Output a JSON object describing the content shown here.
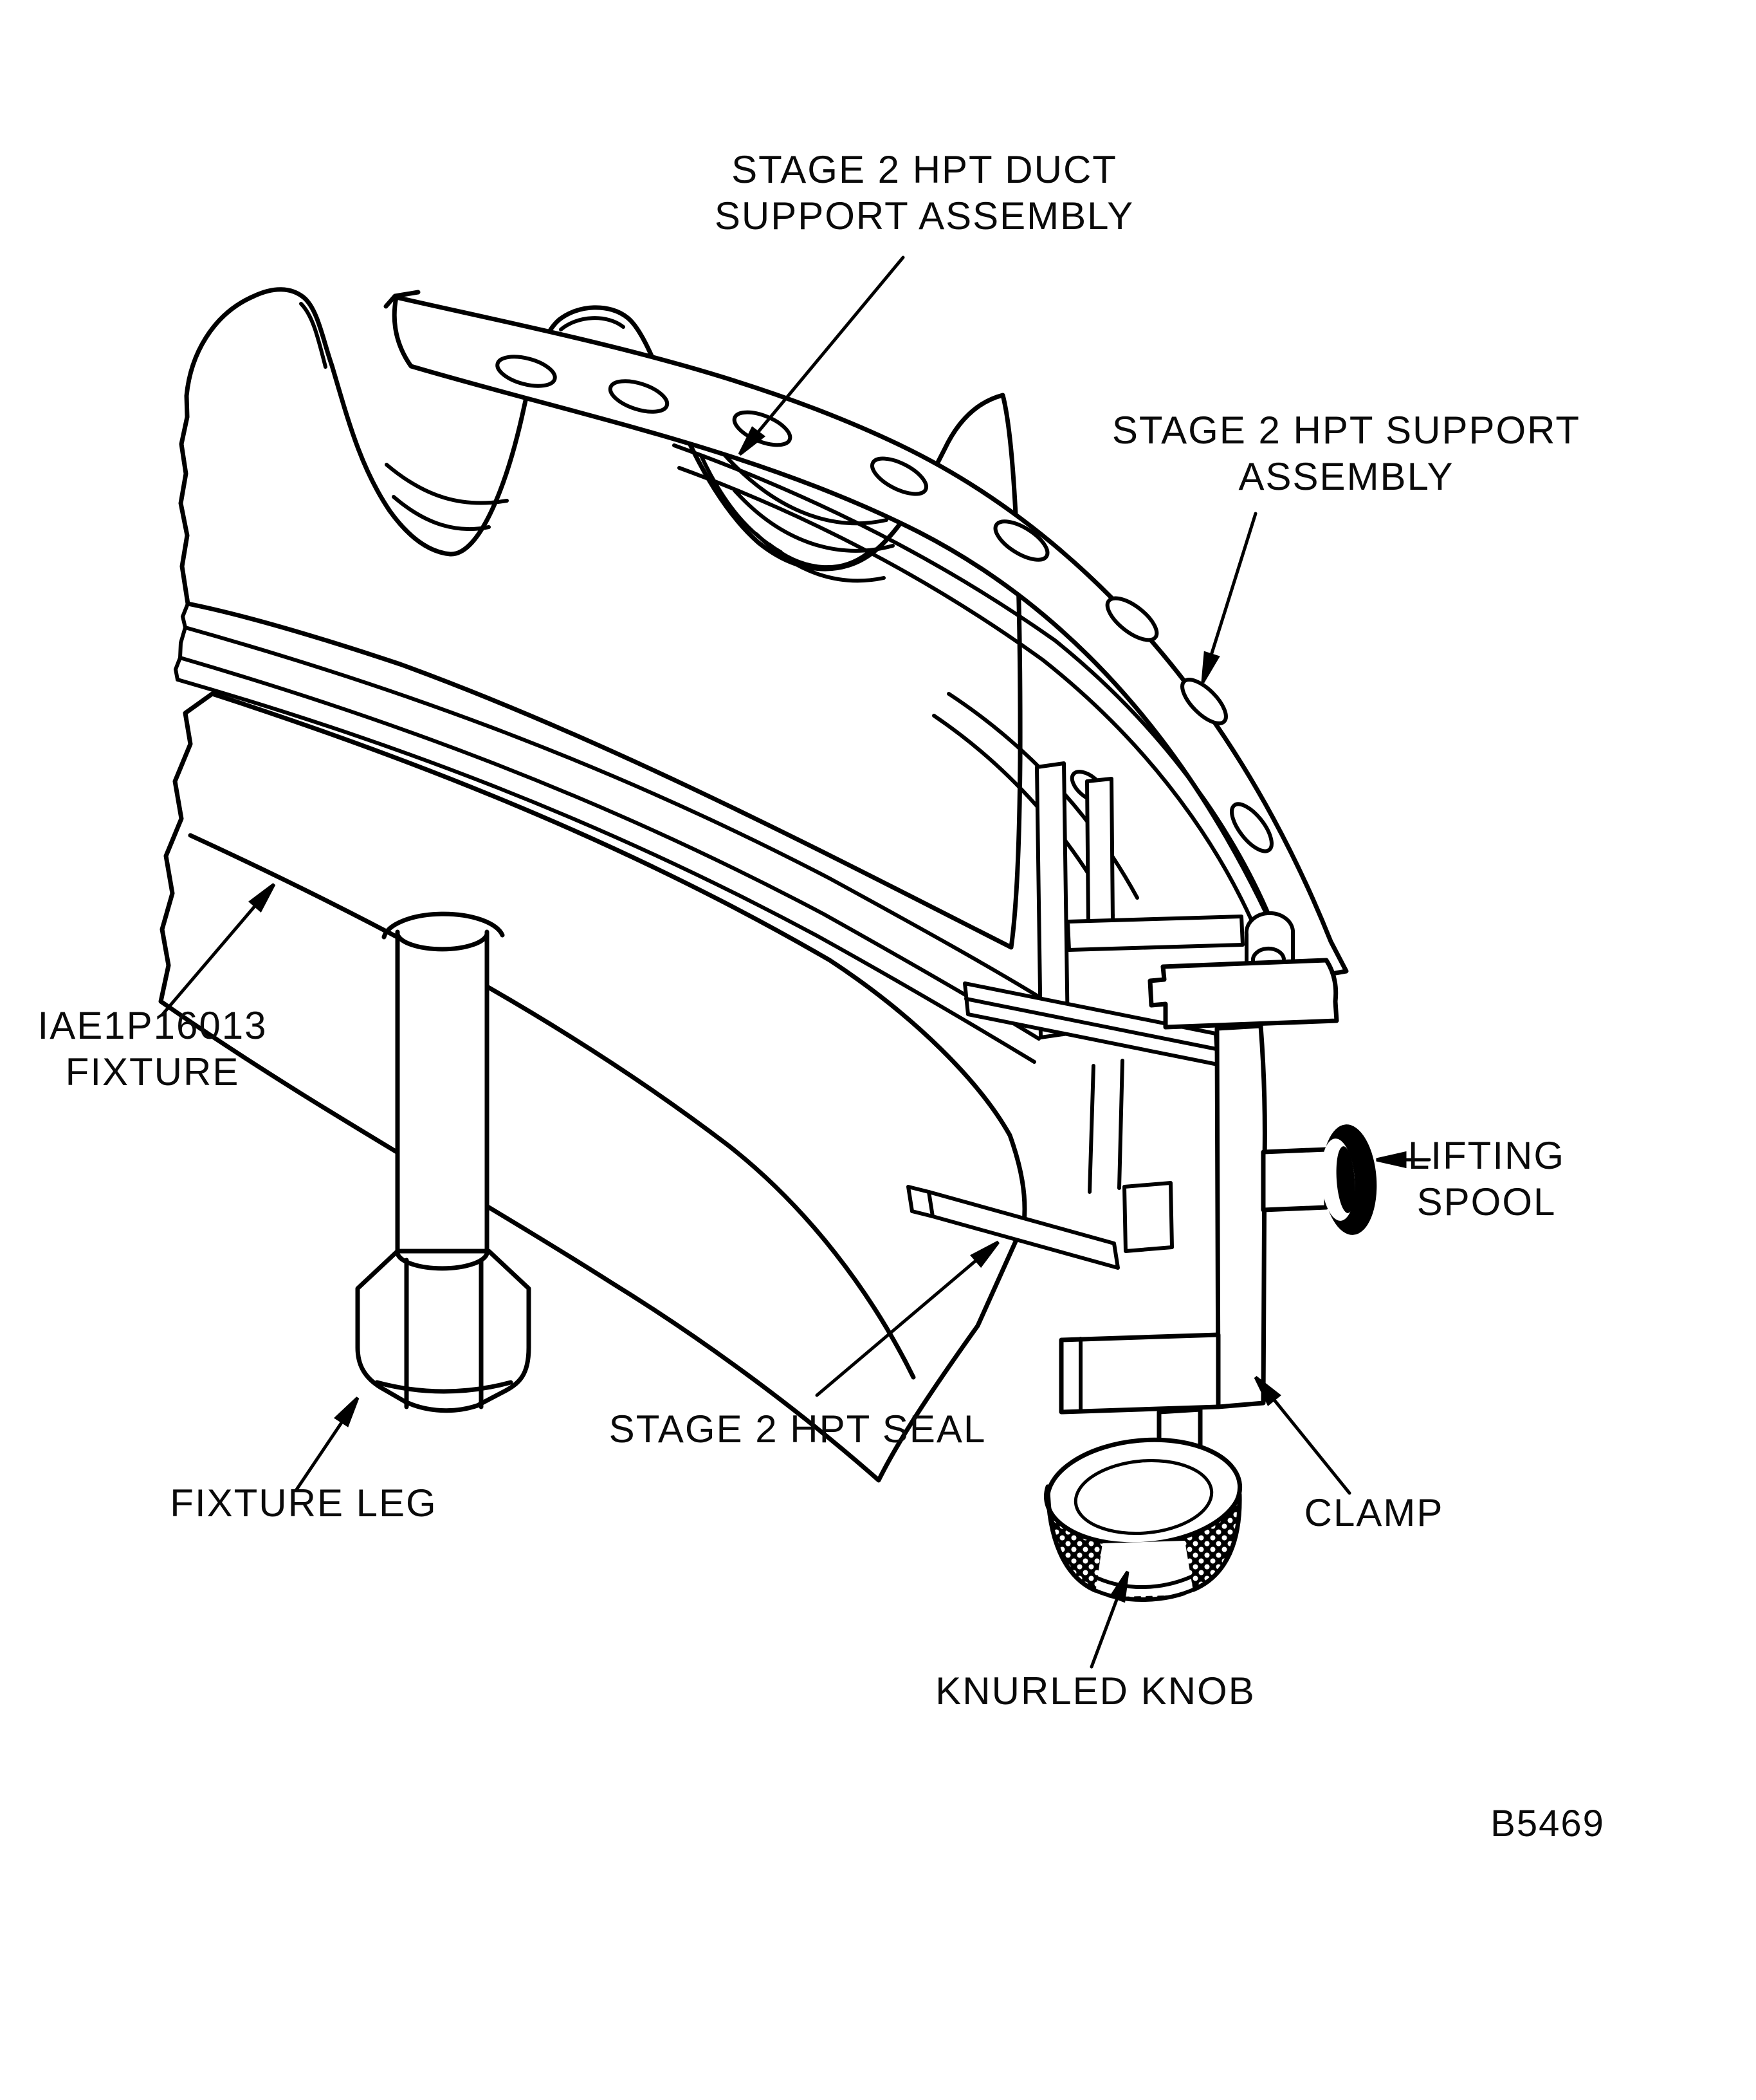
{
  "figure": {
    "number": "B5469",
    "type": "maintenance-manual-line-art",
    "background_color": "#ffffff",
    "line_color": "#000000"
  },
  "labels": {
    "duct_support": {
      "line1": "STAGE 2 HPT DUCT",
      "line2": "SUPPORT ASSEMBLY"
    },
    "support_assembly": {
      "line1": "STAGE 2 HPT SUPPORT",
      "line2": "ASSEMBLY"
    },
    "fixture": {
      "line1": "IAE1P16013",
      "line2": "FIXTURE"
    },
    "lifting_spool": {
      "line1": "LIFTING",
      "line2": "SPOOL"
    },
    "seal": {
      "text": "STAGE 2 HPT SEAL"
    },
    "fixture_leg": {
      "text": "FIXTURE LEG"
    },
    "clamp": {
      "text": "CLAMP"
    },
    "knurled_knob": {
      "text": "KNURLED KNOB"
    }
  },
  "parts": [
    "stage-2-hpt-duct-support-assembly",
    "stage-2-hpt-support-assembly",
    "iae1p16013-fixture",
    "fixture-leg",
    "stage-2-hpt-seal",
    "lifting-spool",
    "clamp",
    "knurled-knob"
  ]
}
